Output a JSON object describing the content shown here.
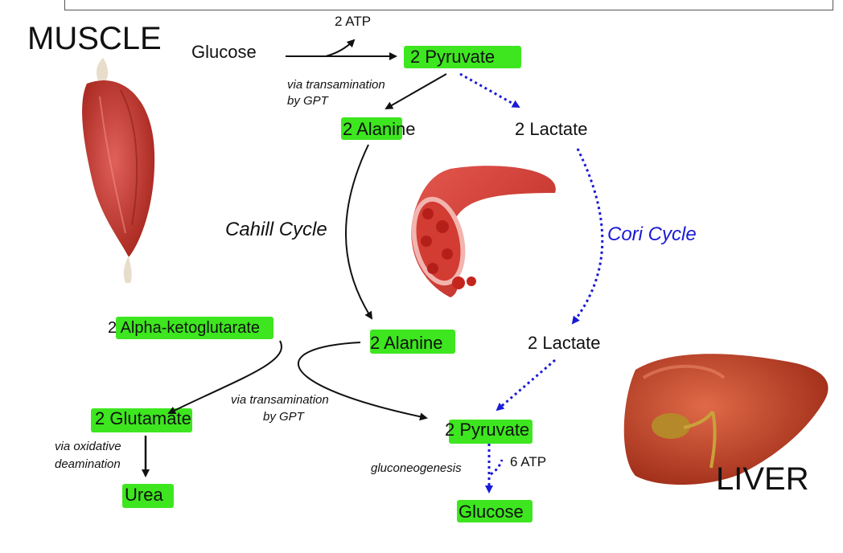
{
  "regions": {
    "muscle": "MUSCLE",
    "liver": "LIVER"
  },
  "muscle_pathway": {
    "glucose": "Glucose",
    "atp": "2 ATP",
    "pyruvate": "2 Pyruvate",
    "transamination_note": [
      "via transamination",
      "by GPT"
    ],
    "alanine": "2 Alanine",
    "lactate": "2 Lactate"
  },
  "cycles": {
    "cahill": "Cahill Cycle",
    "cori": "Cori Cycle"
  },
  "liver_pathway": {
    "alpha_kg": "2 Alpha-ketoglutarate",
    "alanine": "2 Alanine",
    "lactate": "2 Lactate",
    "glutamate": "2 Glutamate",
    "transamination_note": [
      "via transamination",
      "by GPT"
    ],
    "pyruvate": "2 Pyruvate",
    "deamination_note": [
      "via oxidative",
      "deamination"
    ],
    "urea": "Urea",
    "gluconeogenesis": "gluconeogenesis",
    "atp": "6 ATP",
    "glucose": "Glucose"
  },
  "colors": {
    "highlight": "#3de61f",
    "cori_arrow": "#1a1ad6",
    "muscle": "#c83a30",
    "liver": "#b8321f"
  }
}
